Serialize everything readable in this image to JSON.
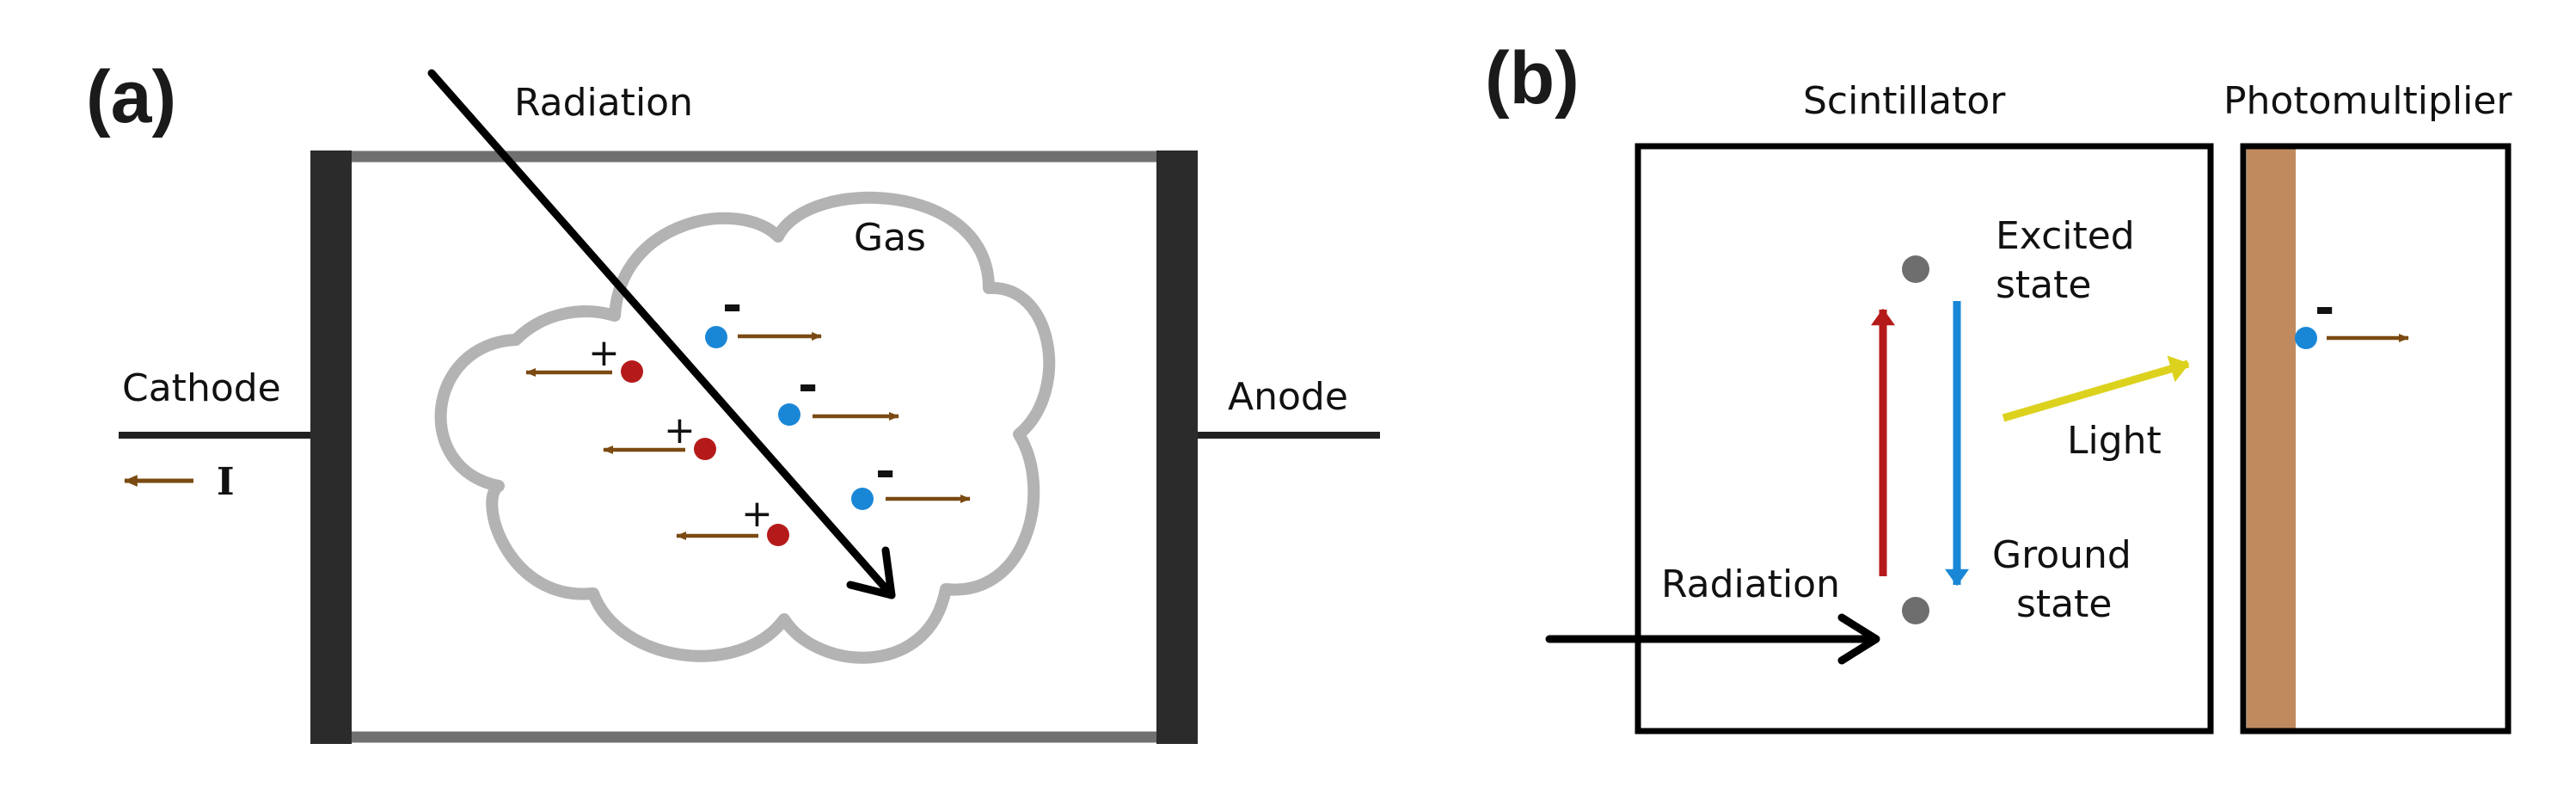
{
  "panel_a": {
    "label": "(a)",
    "radiation_label": "Radiation",
    "gas_label": "Gas",
    "cathode_label": "Cathode",
    "anode_label": "Anode",
    "current_label": "I",
    "positive_sign": "+",
    "negative_sign": "-"
  },
  "panel_b": {
    "label": "(b)",
    "scintillator_label": "Scintillator",
    "photomultiplier_label": "Photomultiplier",
    "excited_state_line1": "Excited",
    "excited_state_line2": "state",
    "ground_state_line1": "Ground",
    "ground_state_line2": "state",
    "light_label": "Light",
    "radiation_label": "Radiation",
    "negative_sign": "-"
  },
  "colors": {
    "electrode": "#2b2b2b",
    "chamber_wall": "#707070",
    "gas_cloud": "#b3b3b3",
    "positive_ion": "#b51a1a",
    "electron": "#1a87d6",
    "drift_arrow": "#7a4a12",
    "excitation_arrow": "#b51a1a",
    "deexcitation_arrow": "#1a87d6",
    "light_arrow": "#dcd21e",
    "photocathode": "#c08a5e",
    "energy_level_dot": "#6e6e6e"
  }
}
